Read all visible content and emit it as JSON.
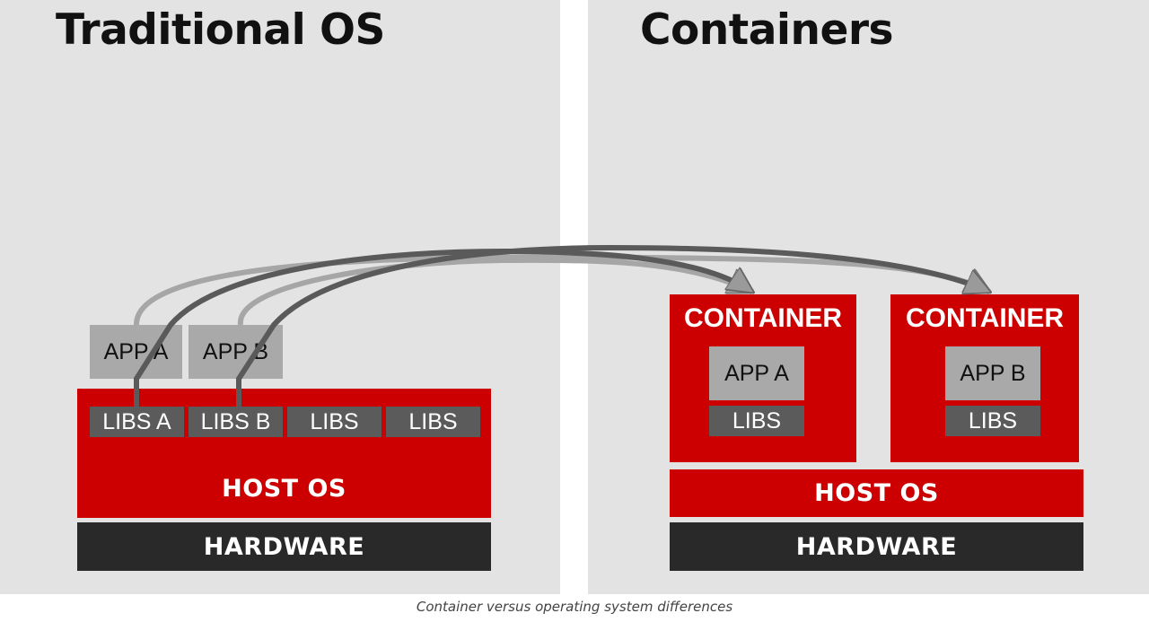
{
  "traditional": {
    "title": "Traditional OS",
    "apps": [
      "APP A",
      "APP B"
    ],
    "libs": [
      "LIBS A",
      "LIBS B",
      "LIBS",
      "LIBS"
    ],
    "host_os": "HOST OS",
    "hardware": "HARDWARE"
  },
  "containers": {
    "title": "Containers",
    "items": [
      {
        "label": "CONTAINER",
        "app": "APP A",
        "libs": "LIBS"
      },
      {
        "label": "CONTAINER",
        "app": "APP B",
        "libs": "LIBS"
      }
    ],
    "host_os": "HOST OS",
    "hardware": "HARDWARE"
  },
  "caption": "Container versus operating system differences",
  "colors": {
    "panel_bg": "#e3e3e3",
    "red": "#cc0000",
    "hardware": "#292929",
    "libs": "#5b5b5b",
    "app": "#a9a9a9",
    "arrow_dark": "#5a5a5a",
    "arrow_light": "#a6a6a6"
  }
}
